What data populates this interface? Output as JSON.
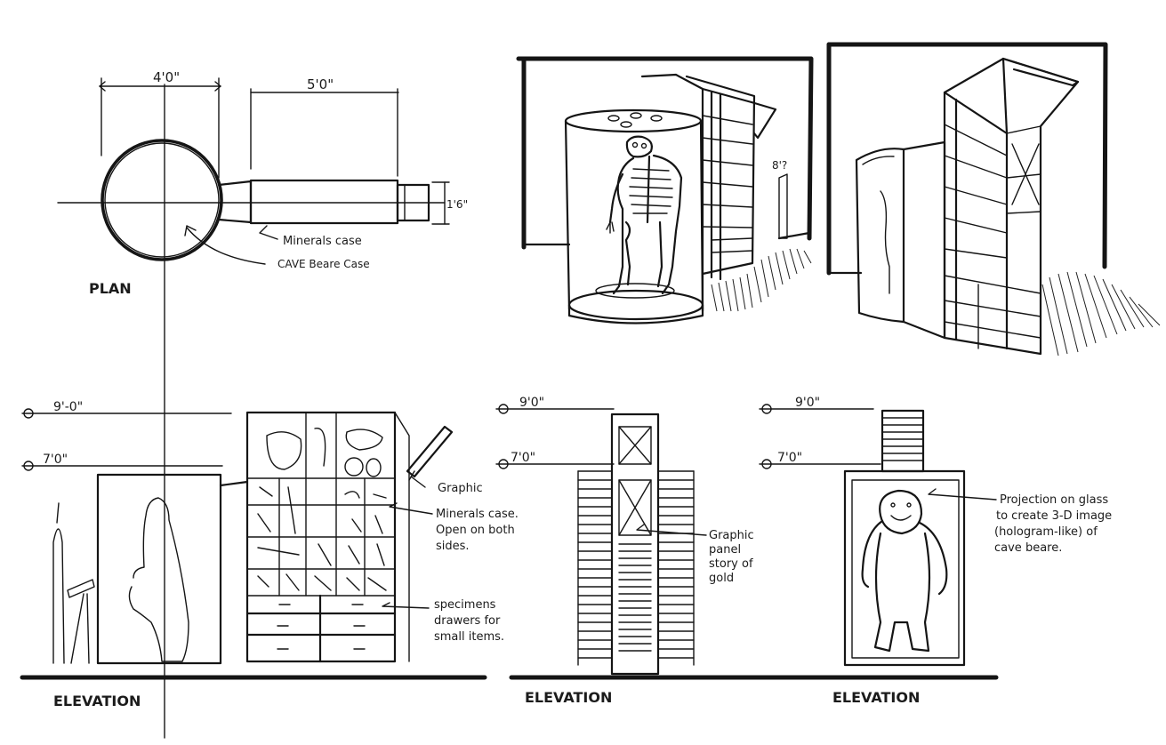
{
  "plan": {
    "dim_circle": "4'0\"",
    "dim_case": "5'0\"",
    "dim_depth": "1'6\"",
    "label_minerals": "Minerals case",
    "label_cave_bear": "CAVE Beare Case",
    "title": "PLAN"
  },
  "elevation_left": {
    "level_9": "9'-0\"",
    "level_7": "7'0\"",
    "note_graphic": "Graphic",
    "note_minerals": [
      "Minerals case.",
      "Open on both",
      "sides."
    ],
    "note_specimens": [
      "specimens",
      "drawers for",
      "small items."
    ],
    "title": "ELEVATION"
  },
  "elevation_middle": {
    "level_9": "9'0\"",
    "level_7": "7'0\"",
    "note_panel": [
      "Graphic",
      "panel",
      "story of",
      "gold"
    ],
    "title": "ELEVATION"
  },
  "elevation_right": {
    "level_9": "9'0\"",
    "level_7": "7'0\"",
    "note_projection": [
      "Projection on glass",
      "to create 3-D image",
      "(hologram-like) of",
      "cave beare."
    ],
    "title": "ELEVATION"
  },
  "perspective_note": "8'?"
}
